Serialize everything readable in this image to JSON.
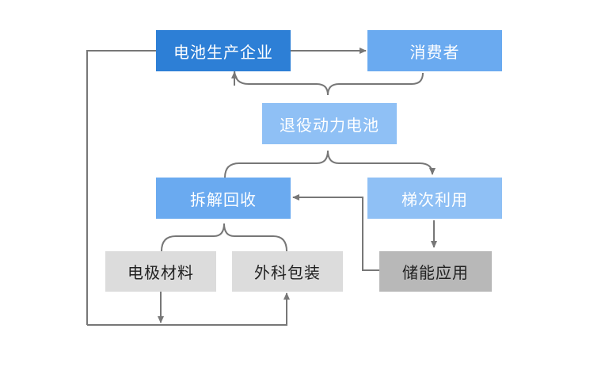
{
  "nodes": {
    "producer": "电池生产企业",
    "consumer": "消费者",
    "retired": "退役动力电池",
    "dismantle": "拆解回收",
    "cascade": "梯次利用",
    "electrode": "电极材料",
    "casing": "外科包装",
    "storage": "储能应用"
  },
  "colors": {
    "dark_blue": "#2d7fd6",
    "mid_blue": "#6aaaf0",
    "light_blue": "#8fc0f5",
    "light_gray": "#dcdcdc",
    "mid_gray": "#b8b8b8",
    "line": "#777777"
  }
}
